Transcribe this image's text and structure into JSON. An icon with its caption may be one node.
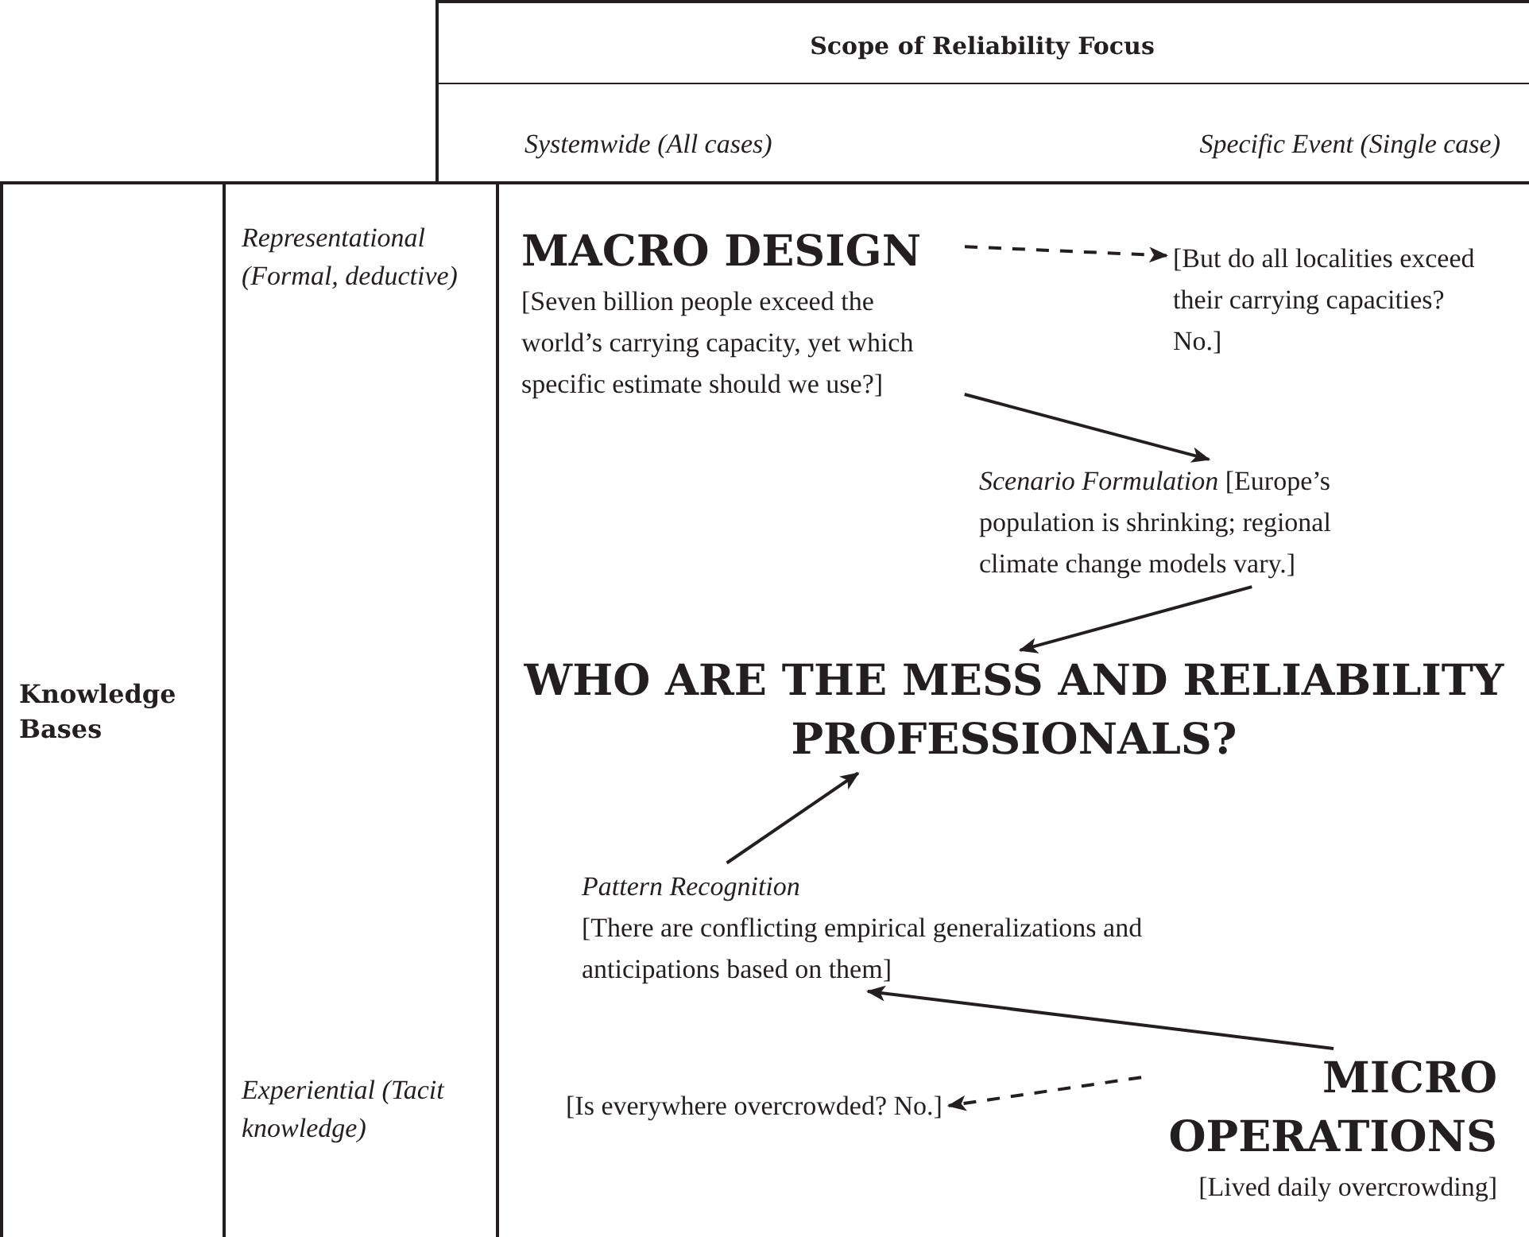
{
  "diagram": {
    "nodes": [
      {
        "text": [
          "MACRO DESIGN",
          "[Seven billion people exceed the world’s carrying capacity, yet which specific estimate should we use?]"
        ]
      },
      {
        "text": [
          "[But do all localities exceed their carrying capacities? No.]"
        ]
      },
      {
        "text": [
          "*Scenario Formulation* [Europe’s population is shrinking; regional climate change models vary.]"
        ]
      },
      {
        "text": [
          "WHO ARE THE MESS AND RELIABILITY PROFESSIONALS?"
        ]
      },
      {
        "text": [
          "Pattern Recognition",
          "[There are conflicting empirical generalizations and anticipations based on them]"
        ]
      },
      {
        "text": [
          "[Is everywhere overcrowded? No.]"
        ]
      },
      {
        "text": [
          "MICRO OPERATIONS",
          "[Lived daily overcrowding]"
        ]
      }
    ],
    "edges": [
      {
        "from": 0,
        "to": 1,
        "arrow": "to",
        "style": "dashed"
      },
      {
        "from": 0,
        "to": 2,
        "arrow": "to"
      },
      {
        "from": 2,
        "to": 3,
        "arrow": "to"
      },
      {
        "from": 4,
        "to": 3,
        "arrow": "to"
      },
      {
        "from": 6,
        "to": 4,
        "arrow": "to"
      },
      {
        "from": 6,
        "to": 5,
        "arrow": "to",
        "style": "dashed"
      }
    ],
    "labels": [
      "Scope of Reliability Focus",
      "Systemwide (All cases)",
      "Specific Event (Single case)",
      "Knowledge Bases",
      "Representational (Formal, deductive)",
      "Experiential (Tacit knowledge)"
    ]
  }
}
